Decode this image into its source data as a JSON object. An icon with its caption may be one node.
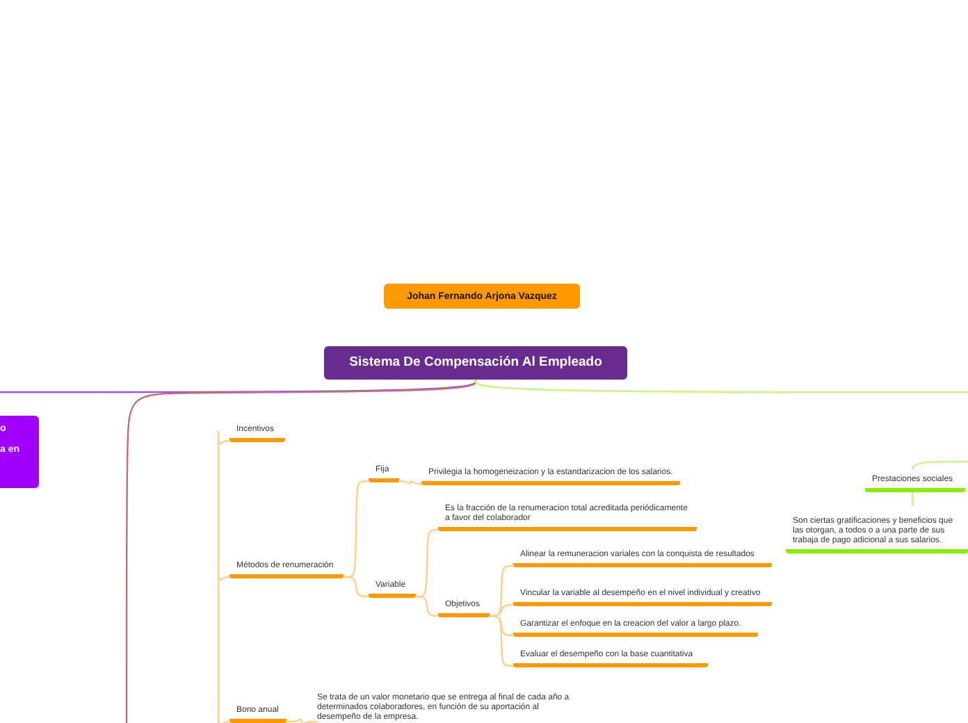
{
  "diagram": {
    "nodes": [
      {
        "text": [
          "Johan Fernando Arjona Vazquez"
        ]
      },
      {
        "text": [
          "Sistema De Compensación Al Empleado"
        ]
      },
      {
        "text": [
          "o",
          "a en"
        ]
      },
      {
        "text": [
          "Incentivos"
        ]
      },
      {
        "text": [
          "Métodos de renumeración"
        ]
      },
      {
        "text": [
          "Fija"
        ]
      },
      {
        "text": [
          "Privilegia la homogeneizacion y la estandarizacion de los salarios."
        ]
      },
      {
        "text": [
          "Variable"
        ]
      },
      {
        "text": [
          "Es la fracción de la renumeracion total acreditada periódicamente a favor del colaborador"
        ]
      },
      {
        "text": [
          "Objetivos"
        ]
      },
      {
        "text": [
          "Alinear la remuneracion variales con la conquista de resultados"
        ]
      },
      {
        "text": [
          "Vincular la variable al desempeño en el nivel individual y creativo"
        ]
      },
      {
        "text": [
          "Garantizar el enfoque en la creacion del valor a largo plazo."
        ]
      },
      {
        "text": [
          "Evaluar el desempeño con la base cuantitativa"
        ]
      },
      {
        "text": [
          "Bono anual"
        ]
      },
      {
        "text": [
          "Se trata de un valor monetario que se entrega al final de cada año a determinados colaboradores, en función de su aportación al desempeño de la empresa."
        ]
      },
      {
        "text": [
          "Prestaciones sociales"
        ]
      },
      {
        "text": [
          "Son ciertas gratificaciones y beneficios que las otorgan, a todos o a una parte de sus trabaja de pago adicional a sus salarios."
        ]
      }
    ],
    "edges": [
      {
        "from": 1,
        "to": null,
        "arrow": "none",
        "color": "#9b4dff"
      },
      {
        "from": 1,
        "to": null,
        "arrow": "none",
        "color": "#c0706f"
      },
      {
        "from": 1,
        "to": null,
        "arrow": "none",
        "color": "#c6f77f"
      },
      {
        "from": null,
        "to": 3,
        "arrow": "none"
      },
      {
        "from": null,
        "to": 4,
        "arrow": "none"
      },
      {
        "from": null,
        "to": 14,
        "arrow": "none"
      },
      {
        "from": 4,
        "to": 5,
        "arrow": "none"
      },
      {
        "from": 4,
        "to": 7,
        "arrow": "none"
      },
      {
        "from": 5,
        "to": 6,
        "arrow": "none"
      },
      {
        "from": 7,
        "to": 8,
        "arrow": "none"
      },
      {
        "from": 7,
        "to": 9,
        "arrow": "none"
      },
      {
        "from": 9,
        "to": 10,
        "arrow": "none"
      },
      {
        "from": 9,
        "to": 11,
        "arrow": "none"
      },
      {
        "from": 9,
        "to": 12,
        "arrow": "none"
      },
      {
        "from": 9,
        "to": 13,
        "arrow": "none"
      },
      {
        "from": 14,
        "to": 15,
        "arrow": "none"
      },
      {
        "from": null,
        "to": 16,
        "arrow": "none",
        "color": "#c6f77f"
      },
      {
        "from": 16,
        "to": 17,
        "arrow": "none",
        "color": "#c6f77f"
      }
    ]
  }
}
